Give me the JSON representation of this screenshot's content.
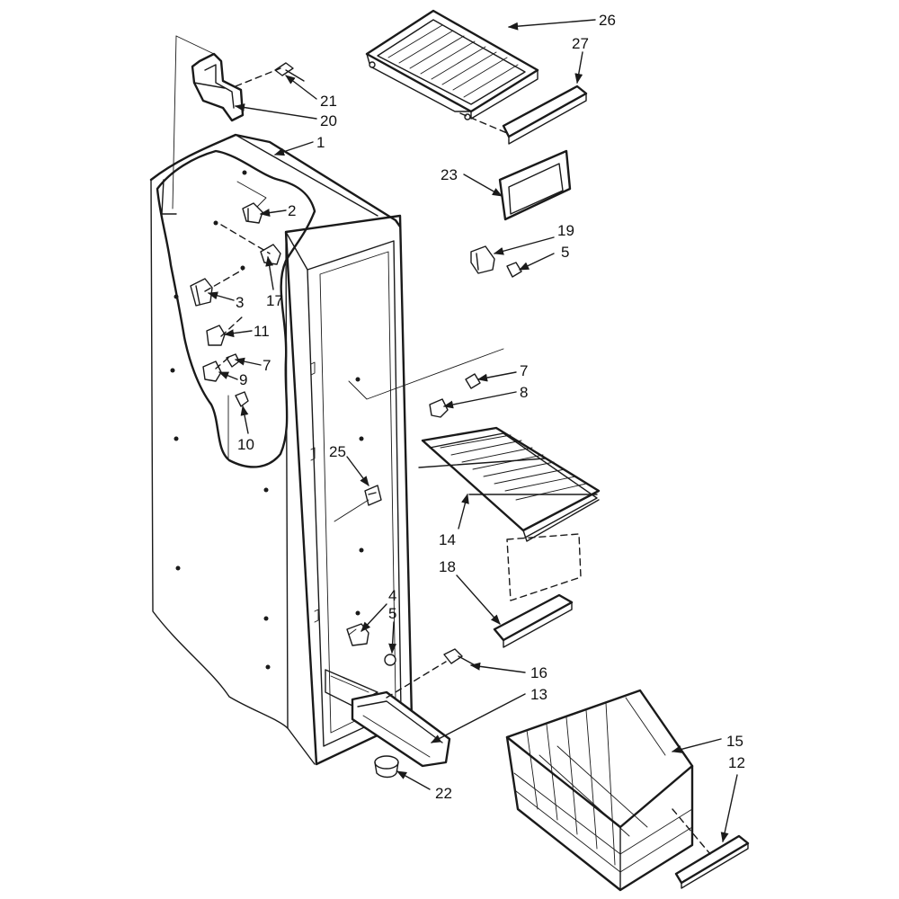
{
  "callouts": {
    "c1": "1",
    "c2": "2",
    "c3": "3",
    "c4": "4",
    "c5a": "5",
    "c5b": "5",
    "c7a": "7",
    "c7b": "7",
    "c8": "8",
    "c9": "9",
    "c10": "10",
    "c11": "11",
    "c12": "12",
    "c13": "13",
    "c14": "14",
    "c15": "15",
    "c16": "16",
    "c17": "17",
    "c18": "18",
    "c19": "19",
    "c20": "20",
    "c21": "21",
    "c22": "22",
    "c23": "23",
    "c25": "25",
    "c26": "26",
    "c27": "27"
  },
  "colors": {
    "line": "#1a1a1a",
    "background": "#ffffff"
  }
}
